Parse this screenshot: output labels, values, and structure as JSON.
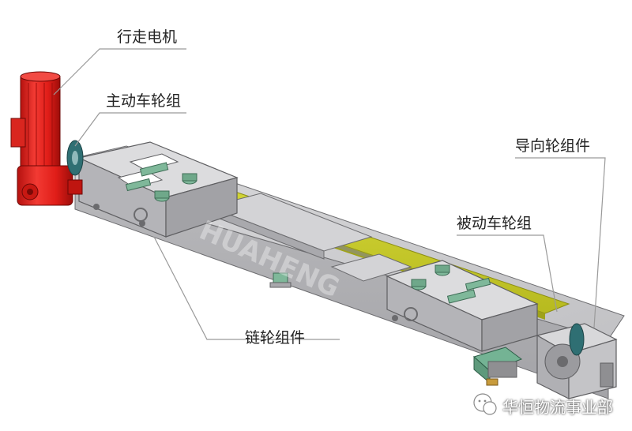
{
  "labels": {
    "travel_motor": "行走电机",
    "drive_wheel_group": "主动车轮组",
    "guide_wheel_assembly": "导向轮组件",
    "driven_wheel_group": "被动车轮组",
    "sprocket_assembly": "链轮组件"
  },
  "watermark": {
    "text": "华恒物流事业部",
    "embossed_logo": "HUAHENG"
  },
  "colors": {
    "motor_red": "#e8201c",
    "rail_yellow": "#c9cc28",
    "frame_gray": "#c8c8ca",
    "frame_dark": "#8f8f92",
    "fitting_green": "#7fb89a",
    "leader_line": "#9a9a9a"
  }
}
